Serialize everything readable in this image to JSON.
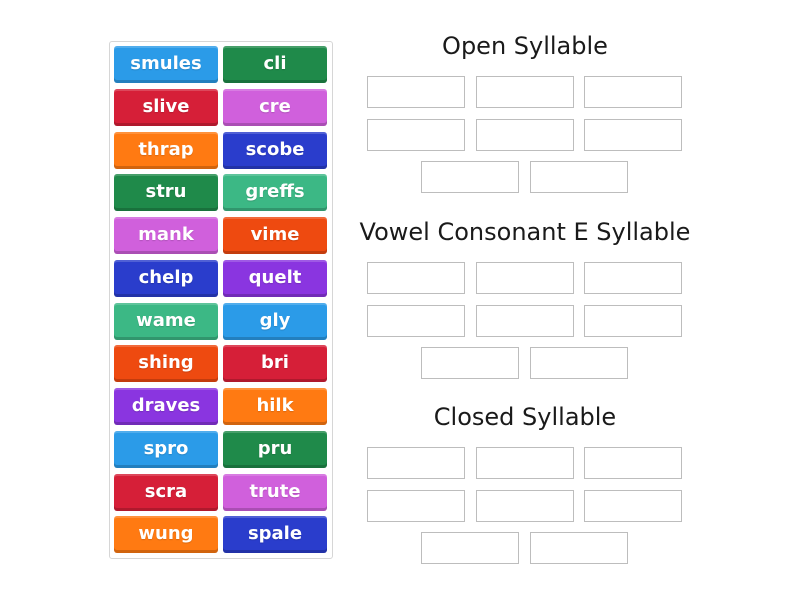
{
  "word_bank": {
    "tiles": [
      {
        "label": "smules",
        "color": "#2b9be8"
      },
      {
        "label": "cli",
        "color": "#1f8a4a"
      },
      {
        "label": "slive",
        "color": "#d61f38"
      },
      {
        "label": "cre",
        "color": "#d060dc"
      },
      {
        "label": "thrap",
        "color": "#ff7a12"
      },
      {
        "label": "scobe",
        "color": "#2a3dcc"
      },
      {
        "label": "stru",
        "color": "#1f8a4a"
      },
      {
        "label": "greffs",
        "color": "#3cb885"
      },
      {
        "label": "mank",
        "color": "#d060dc"
      },
      {
        "label": "vime",
        "color": "#ee4a10"
      },
      {
        "label": "chelp",
        "color": "#2a3dcc"
      },
      {
        "label": "quelt",
        "color": "#8a35e0"
      },
      {
        "label": "wame",
        "color": "#3cb885"
      },
      {
        "label": "gly",
        "color": "#2b9be8"
      },
      {
        "label": "shing",
        "color": "#ee4a10"
      },
      {
        "label": "bri",
        "color": "#d61f38"
      },
      {
        "label": "draves",
        "color": "#8a35e0"
      },
      {
        "label": "hilk",
        "color": "#ff7a12"
      },
      {
        "label": "spro",
        "color": "#2b9be8"
      },
      {
        "label": "pru",
        "color": "#1f8a4a"
      },
      {
        "label": "scra",
        "color": "#d61f38"
      },
      {
        "label": "trute",
        "color": "#d060dc"
      },
      {
        "label": "wung",
        "color": "#ff7a12"
      },
      {
        "label": "spale",
        "color": "#2a3dcc"
      }
    ]
  },
  "groups": [
    {
      "title": "Open Syllable",
      "slots": 8
    },
    {
      "title": "Vowel Consonant E Syllable",
      "slots": 8
    },
    {
      "title": "Closed Syllable",
      "slots": 8
    }
  ]
}
